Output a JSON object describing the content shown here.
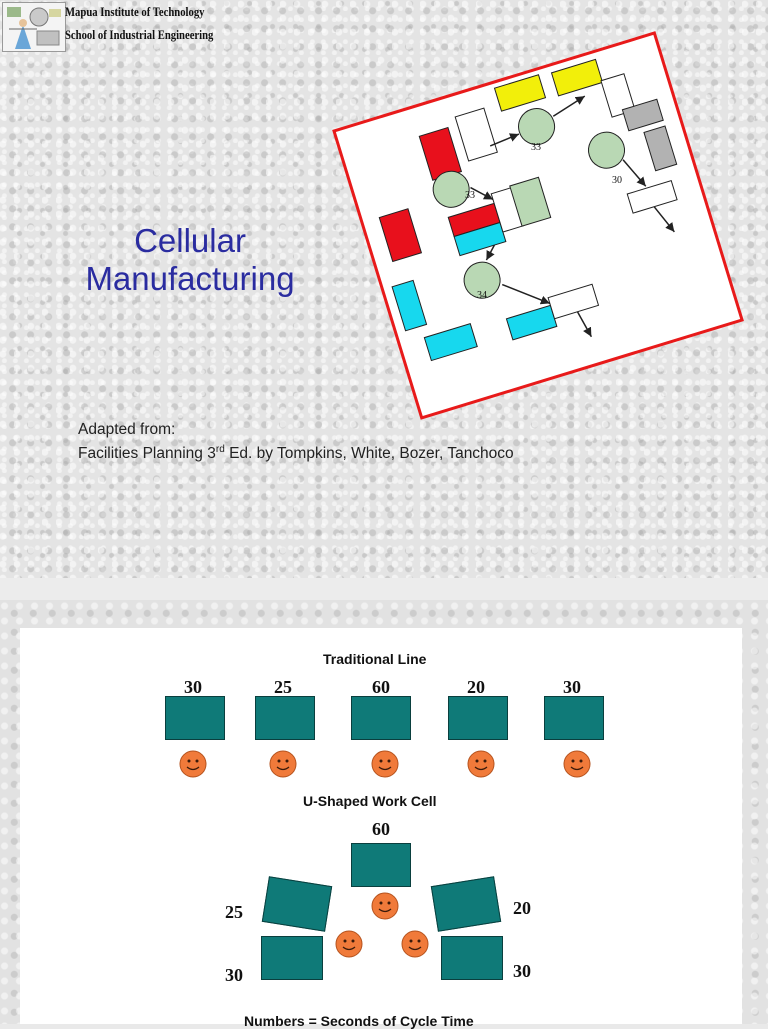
{
  "header": {
    "institution": "Mapua Institute of Technology",
    "school": "School of Industrial Engineering"
  },
  "title": {
    "line1": "Cellular",
    "line2": "Manufacturing"
  },
  "credit": {
    "line1": "Adapted from:",
    "line2_pre": "Facilities Planning 3",
    "line2_sup": "rd",
    "line2_post": " Ed. by Tompkins, White, Bozer, Tanchoco"
  },
  "cell_diagram": {
    "labels": [
      "33",
      "33",
      "30",
      "34"
    ],
    "colors": {
      "red": "#e8101c",
      "yellow": "#f2ef0a",
      "cyan": "#17d8ee",
      "green": "#b9d8b4",
      "gray": "#b2b2b2",
      "border": "#e81a1a"
    }
  },
  "figure": {
    "traditional_heading": "Traditional Line",
    "traditional_times": [
      "30",
      "25",
      "60",
      "20",
      "30"
    ],
    "ushaped_heading": "U-Shaped Work Cell",
    "ushaped_times": {
      "top": "60",
      "upper_left": "25",
      "upper_right": "20",
      "lower_left": "30",
      "lower_right": "30"
    },
    "footnote": "Numbers = Seconds of Cycle Time",
    "station_color": "#0f7a78",
    "worker_color": "#f07a3a"
  }
}
